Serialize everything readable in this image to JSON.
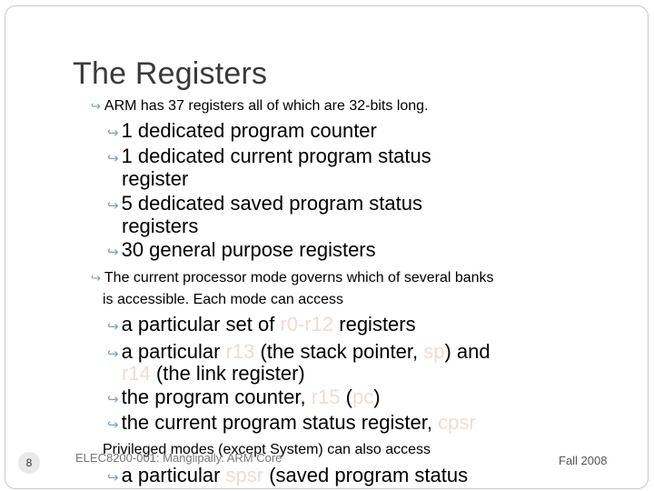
{
  "slide": {
    "title": "The Registers",
    "items": [
      {
        "level": 1,
        "parts": [
          {
            "t": "ARM has 37 registers all of which are 32-bits long."
          }
        ]
      },
      {
        "level": 2,
        "parts": [
          {
            "t": "1 dedicated program counter"
          }
        ]
      },
      {
        "level": 2,
        "parts": [
          {
            "t": "1 dedicated current program status"
          }
        ]
      },
      {
        "level": 2,
        "cont": true,
        "parts": [
          {
            "t": "register"
          }
        ]
      },
      {
        "level": 2,
        "parts": [
          {
            "t": "5 dedicated saved program status"
          }
        ]
      },
      {
        "level": 2,
        "cont": true,
        "parts": [
          {
            "t": "registers"
          }
        ]
      },
      {
        "level": 2,
        "parts": [
          {
            "t": "30 general purpose registers"
          }
        ]
      },
      {
        "level": 1,
        "parts": [
          {
            "t": "The current processor mode governs which of several banks"
          }
        ]
      },
      {
        "level": 1,
        "cont": true,
        "parts": [
          {
            "t": "is accessible. Each mode can access"
          }
        ]
      },
      {
        "level": 2,
        "parts": [
          {
            "t": "a particular set of "
          },
          {
            "t": "r0-r12",
            "hl": true
          },
          {
            "t": " registers"
          }
        ]
      },
      {
        "level": 2,
        "parts": [
          {
            "t": "a particular "
          },
          {
            "t": "r13",
            "hl": true
          },
          {
            "t": " (the stack pointer, "
          },
          {
            "t": "sp",
            "hl": true
          },
          {
            "t": ") and"
          }
        ]
      },
      {
        "level": 2,
        "cont": true,
        "parts": [
          {
            "t": "r14",
            "hl": true
          },
          {
            "t": " (the link register)"
          }
        ]
      },
      {
        "level": 2,
        "parts": [
          {
            "t": "the program counter, "
          },
          {
            "t": "r15",
            "hl": true
          },
          {
            "t": " ("
          },
          {
            "t": "pc",
            "hl": true
          },
          {
            "t": ")"
          }
        ]
      },
      {
        "level": 2,
        "parts": [
          {
            "t": "the current program status register, "
          },
          {
            "t": "cpsr",
            "hl": true
          }
        ]
      },
      {
        "level": 1,
        "nobullet": true,
        "parts": [
          {
            "t": "Privileged modes (except System) can also access"
          }
        ]
      },
      {
        "level": 2,
        "parts": [
          {
            "t": "a particular "
          },
          {
            "t": "spsr",
            "hl": true
          },
          {
            "t": " (saved program status"
          }
        ]
      }
    ]
  },
  "footer": {
    "page_number": "8",
    "center_text": "ELEC8200-001: Manglipally. ARM Core",
    "right_text": "Fall 2008"
  },
  "colors": {
    "bullet": "#7f9fb6",
    "highlight": "#f0dcd2",
    "title": "#3a3a3a"
  },
  "icons": {
    "bullet": "curved-arrow-bullet-icon"
  }
}
